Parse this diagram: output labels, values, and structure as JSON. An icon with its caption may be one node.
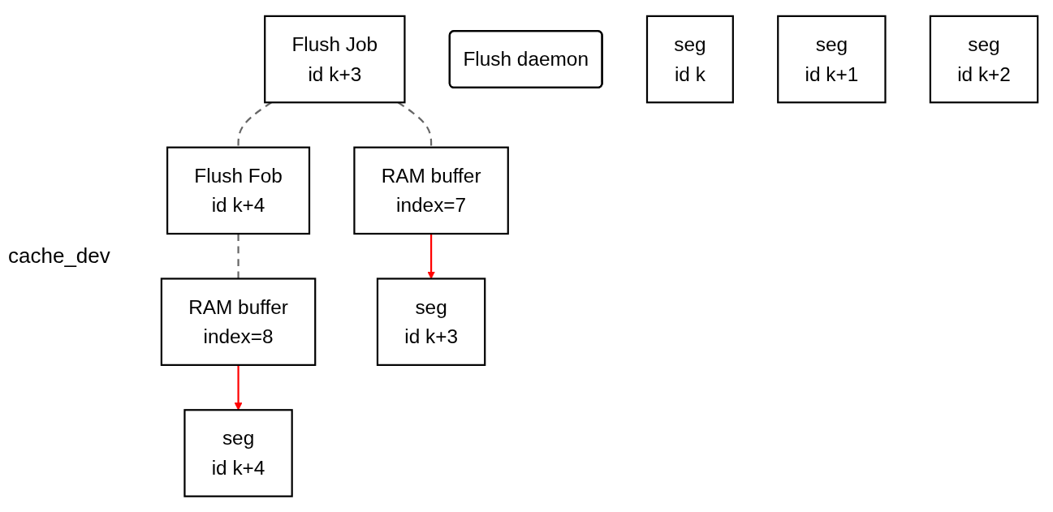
{
  "diagram": {
    "nodes": [
      {
        "text": [
          "Flush Job",
          "id k+3"
        ]
      },
      {
        "text": [
          "Flush Fob",
          "id k+4"
        ]
      },
      {
        "text": [
          "RAM buffer",
          "index=7"
        ]
      },
      {
        "text": [
          "RAM buffer",
          "index=8"
        ]
      },
      {
        "text": [
          "Flush daemon"
        ]
      },
      {
        "text": [
          "seg",
          "id k"
        ]
      },
      {
        "text": [
          "seg",
          "id k+1"
        ]
      },
      {
        "text": [
          "seg",
          "id k+2"
        ]
      },
      {
        "text": [
          "seg",
          "id k+3"
        ]
      },
      {
        "text": [
          "seg",
          "id k+4"
        ]
      }
    ],
    "edges": [
      {
        "from": 0,
        "to": 1,
        "arrow": "none",
        "style": "dashed"
      },
      {
        "from": 0,
        "to": 2,
        "arrow": "none",
        "style": "dashed"
      },
      {
        "from": 1,
        "to": 3,
        "arrow": "none",
        "style": "dashed"
      },
      {
        "from": 2,
        "to": 8,
        "arrow": "to",
        "color": "#ff0000"
      },
      {
        "from": 3,
        "to": 9,
        "arrow": "to",
        "color": "#ff0000"
      }
    ],
    "labels": [
      "cache_dev"
    ]
  }
}
